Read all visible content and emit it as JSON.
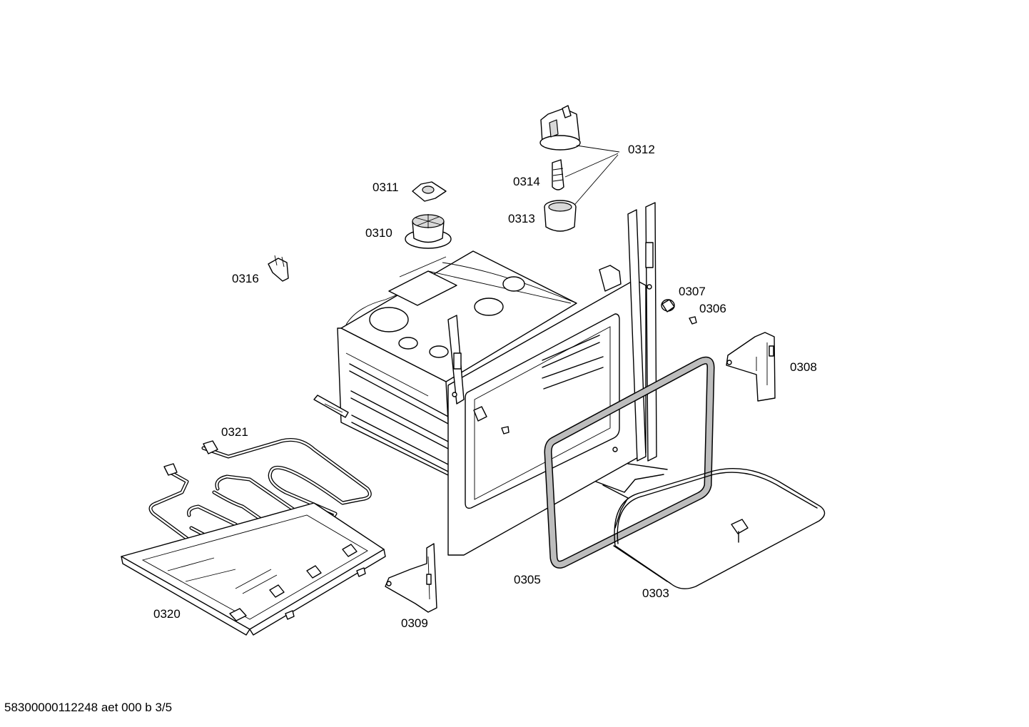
{
  "labels": {
    "p0312": "0312",
    "p0314": "0314",
    "p0313": "0313",
    "p0311": "0311",
    "p0310": "0310",
    "p0316": "0316",
    "p0307": "0307",
    "p0306": "0306",
    "p0308": "0308",
    "p0321": "0321",
    "p0320": "0320",
    "p0309": "0309",
    "p0305": "0305",
    "p0303": "0303"
  },
  "footer": "58300000112248 aet 000 b 3/5"
}
